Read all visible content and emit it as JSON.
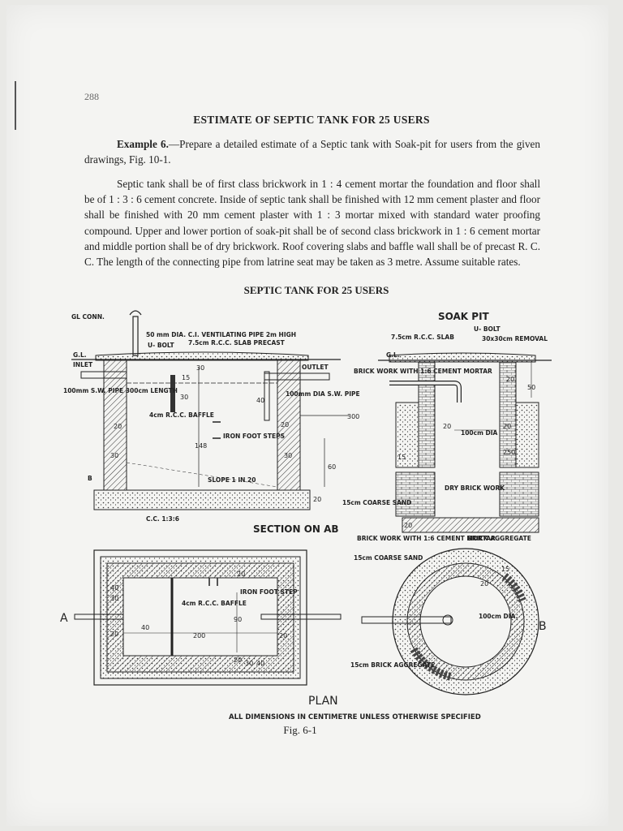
{
  "page_number": "288",
  "title": "ESTIMATE OF SEPTIC TANK FOR 25 USERS",
  "example": {
    "label": "Example 6.",
    "text": "—Prepare a detailed estimate of a Septic tank with Soak-pit for users from the given drawings, Fig. 10-1."
  },
  "specification": "Septic tank shall be of first class brickwork in 1 : 4 cement mortar the foundation and floor shall be of 1 : 3 : 6 cement concrete. Inside of septic tank shall be finished with 12 mm cement plaster and floor shall be finished with 20 mm cement plaster with 1 : 3 mortar mixed with standard water proofing compound. Upper and lower portion of soak-pit shall be of second class brickwork in 1 : 6 cement mortar and middle portion shall be of dry brickwork. Roof covering slabs and baffle wall shall be of precast R. C. C. The length of the connecting pipe from latrine seat may be taken as 3 metre. Assume suitable rates.",
  "figure": {
    "title": "SEPTIC TANK FOR 25 USERS",
    "soak_pit_title": "SOAK PIT",
    "section_title": "SECTION ON AB",
    "plan_title": "PLAN",
    "dimensions_note": "ALL DIMENSIONS IN CENTIMETRE UNLESS OTHERWISE SPECIFIED",
    "caption": "Fig. 6-1",
    "section_labels": {
      "gl_conn": "GL CONN.",
      "vent_pipe": "50 mm DIA. C.I. VENTILATING PIPE 2m HIGH",
      "rcc_slab": "7.5cm R.C.C. SLAB PRECAST",
      "u_bolt": "U- BOLT",
      "gl": "G.L.",
      "inlet": "INLET",
      "outlet": "OUTLET",
      "sw_pipe": "100mm S.W. PIPE 300cm LENGTH",
      "sw_pipe_outlet": "100mm DIA S.W. PIPE",
      "baffle": "4cm R.C.C. BAFFLE",
      "iron_foot_steps": "IRON FOOT STEPS",
      "slope": "SLOPE 1 IN 20",
      "cc_mix": "C.C. 1:3:6",
      "b_mark": "B"
    },
    "section_dims": [
      "30",
      "15",
      "30",
      "40",
      "20",
      "30",
      "148",
      "30",
      "60",
      "20",
      "20",
      "300"
    ],
    "soak_pit_labels": {
      "rcc_slab": "7.5cm R.C.C. SLAB",
      "u_bolt": "U- BOLT",
      "removal": "30x30cm REMOVAL",
      "brick_work_top": "BRICK WORK WITH 1:6 CEMENT MORTAR",
      "dry_brick": "DRY BRICK WORK",
      "coarse_sand": "15cm COARSE SAND",
      "brick_work_bottom": "BRICK WORK WITH 1:6 CEMENT MORTAR",
      "brick_aggregate": "BRICK AGGREGATE",
      "dia": "100cm DIA",
      "gl": "G.L."
    },
    "soak_pit_dims": [
      "50",
      "20",
      "20",
      "20",
      "250",
      "15",
      "20"
    ],
    "plan_labels": {
      "iron_foot_step": "IRON FOOT STEP",
      "baffle": "4cm R.C.C. BAFFLE",
      "a_mark": "A",
      "b_mark": "B",
      "coarse_sand": "15cm COARSE SAND",
      "brick_aggregate": "15cm BRICK AGGREGATE",
      "dia": "100cm DIA."
    },
    "plan_dims": [
      "20",
      "40",
      "30",
      "20",
      "40",
      "90",
      "200",
      "20",
      "20",
      "30",
      "40",
      "15",
      "20"
    ]
  }
}
